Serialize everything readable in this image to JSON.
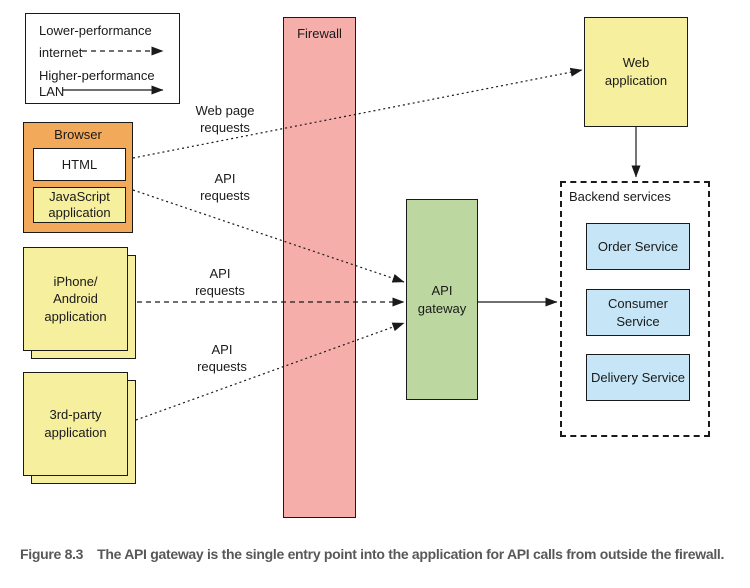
{
  "colors": {
    "orange": "#F2A95A",
    "yellow": "#F6EF9E",
    "pink": "#F6AEAA",
    "green": "#BCD8A0",
    "blue": "#C6E5F7"
  },
  "legend": {
    "lower_line1": "Lower-performance",
    "lower_line2": "internet",
    "higher_line1": "Higher-performance",
    "higher_line2": "LAN"
  },
  "labels": {
    "web_page_requests": "Web page\nrequests",
    "api_requests": "API\nrequests"
  },
  "nodes": {
    "browser": {
      "title": "Browser",
      "html": "HTML",
      "javascript": "JavaScript\napplication"
    },
    "iphone": {
      "label": "iPhone/\nAndroid\napplication"
    },
    "third_party": {
      "label": "3rd-party\napplication"
    },
    "firewall": {
      "label": "Firewall"
    },
    "api_gateway": {
      "label": "API\ngateway"
    },
    "web_application": {
      "label": "Web\napplication"
    },
    "backend": {
      "title": "Backend services",
      "services": [
        "Order Service",
        "Consumer Service",
        "Delivery Service"
      ]
    }
  },
  "caption": {
    "figure": "Figure 8.3",
    "text": "The API gateway is the single entry point into the application for API calls from outside the firewall."
  }
}
